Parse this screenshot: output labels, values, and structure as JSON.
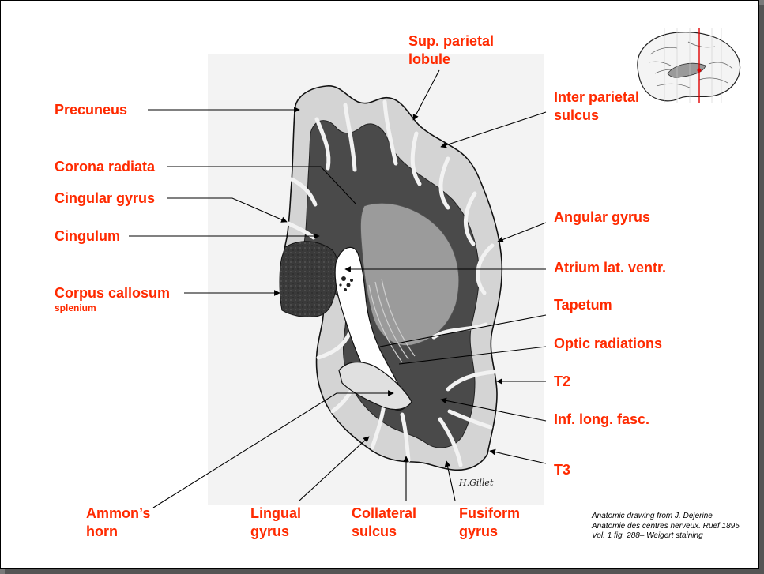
{
  "labels": {
    "sup_parietal": "Sup. parietal\nlobule",
    "precuneus": "Precuneus",
    "inter_parietal": "Inter parietal\nsulcus",
    "corona_radiata": "Corona radiata",
    "cingular_gyrus": "Cingular gyrus",
    "angular_gyrus": "Angular gyrus",
    "cingulum": "Cingulum",
    "atrium": "Atrium lat. ventr.",
    "corpus_callosum": "Corpus callosum",
    "corpus_callosum_sub": "splenium",
    "tapetum": "Tapetum",
    "optic_radiations": "Optic radiations",
    "t2": "T2",
    "inf_long_fasc": "Inf. long. fasc.",
    "t3": "T3",
    "ammons_horn": "Ammon’s\nhorn",
    "lingual_gyrus": "Lingual\ngyrus",
    "collateral_sulcus": "Collateral\nsulcus",
    "fusiform_gyrus": "Fusiform\ngyrus"
  },
  "artist_signature": "H.Gillet",
  "credit": {
    "line1": "Anatomic drawing from J. Dejerine",
    "line2": "Anatomie des centres nerveux. Ruef 1895",
    "line3": "Vol. 1 fig. 288– Weigert staining"
  },
  "colors": {
    "label": "#ff2a00",
    "tissue_dark": "#1e1e1e",
    "tissue_mid": "#8a8a8a",
    "cortex": "#d6d6d6"
  }
}
